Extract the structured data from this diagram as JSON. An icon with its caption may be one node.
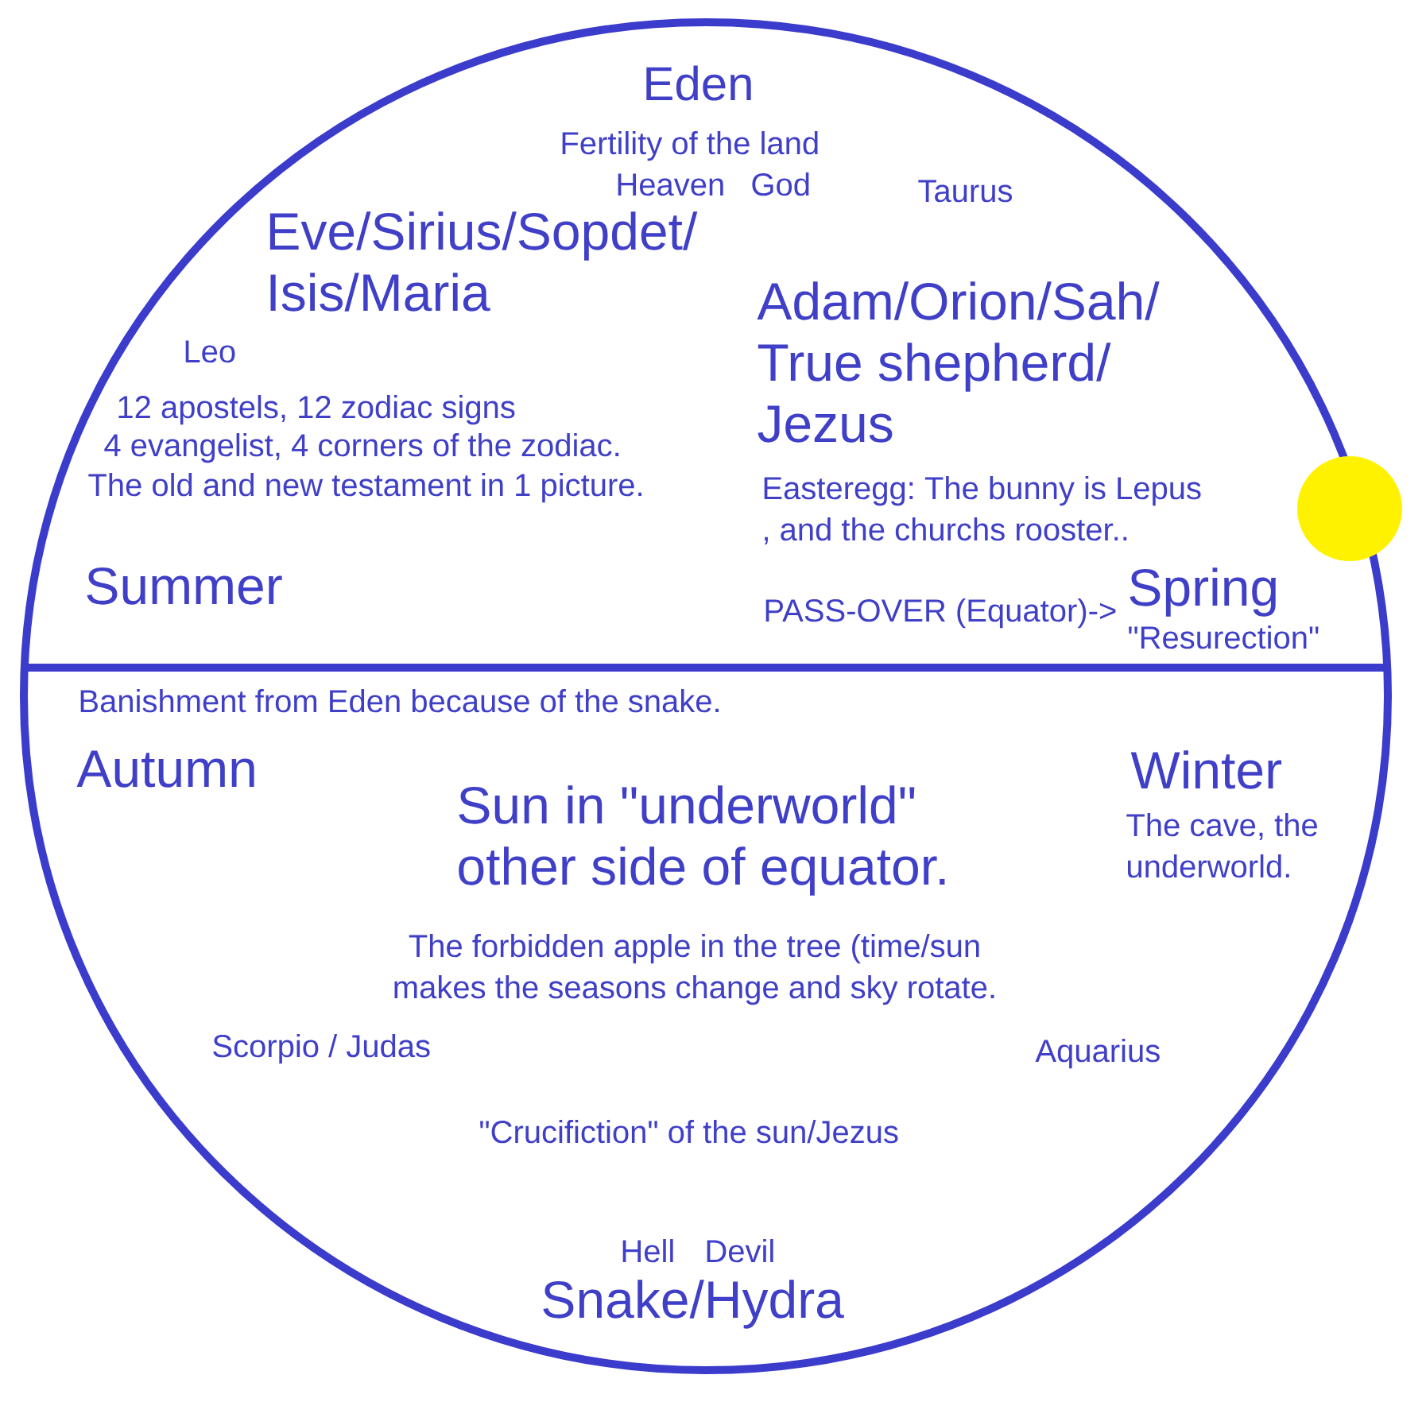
{
  "diagram": {
    "nodes": [
      {
        "text": [
          "Eden",
          "Fertility of the land",
          "Heaven",
          "God",
          "Taurus",
          "Eve/Sirius/Sopdet/ Isis/Maria",
          "Adam/Orion/Sah/ True shepherd/ Jezus",
          "Leo",
          "12 apostels, 12 zodiac signs",
          "4 evangelist, 4 corners of the zodiac.",
          "The old and new testament in 1 picture.",
          "Easteregg: The bunny is Lepus , and the churchs rooster..",
          "Summer",
          "PASS-OVER (Equator)->",
          "Spring",
          "\"Resurection\"",
          "Banishment from Eden because of the snake.",
          "Autumn",
          "Winter",
          "Sun in \"underworld\" other side of equator.",
          "The cave, the underworld.",
          "The forbidden apple in the tree (time/sun makes the seasons change and sky rotate.",
          "Scorpio / Judas",
          "Aquarius",
          "\"Crucifiction\" of the sun/Jezus",
          "Hell",
          "Devil",
          "Snake/Hydra"
        ]
      }
    ]
  }
}
